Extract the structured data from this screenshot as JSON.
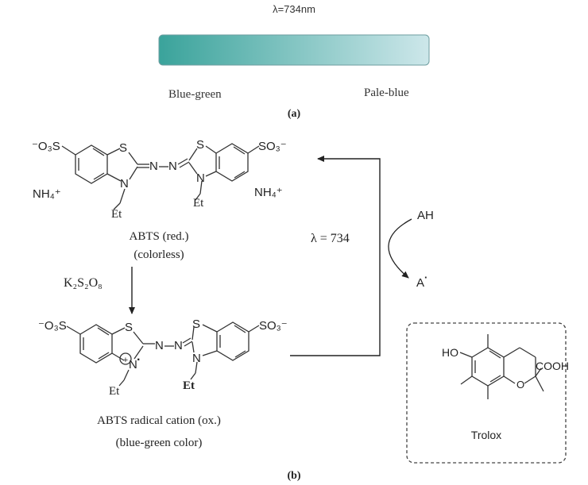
{
  "panel_a": {
    "wavelength_label": "λ=734nm",
    "gradient_start": "#3aa39b",
    "gradient_end": "#cde7ea",
    "left_label": "Blue-green",
    "right_label": "Pale-blue",
    "caption": "(a)"
  },
  "panel_b": {
    "abts_reduced": {
      "left_group": "⁻O₃S",
      "right_group": "SO₃⁻",
      "sulfur_left": "S",
      "sulfur_right": "S",
      "nitrogen_left": "N",
      "nitrogen_right": "N",
      "azo_left": "N",
      "azo_right": "N",
      "ethyl_left": "Et",
      "ethyl_right": "Et",
      "counterion_left": "NH₄⁺",
      "counterion_right": "NH₄⁺",
      "name": "ABTS (red.)",
      "color_note": "(colorless)"
    },
    "oxidant": "K₂S₂O₈",
    "abts_radical": {
      "left_group": "⁻O₃S",
      "right_group": "SO₃⁻",
      "sulfur_left": "S",
      "sulfur_right": "S",
      "nitrogen_left": "N",
      "nitrogen_right": "N",
      "azo_left": "N",
      "azo_right": "N",
      "radical_dot": "·",
      "plus_sign": "+",
      "ethyl_left": "Et",
      "ethyl_right": "Et",
      "name": "ABTS radical cation (ox.)",
      "color_note": "(blue-green color)"
    },
    "cycle": {
      "wavelength": "λ = 734",
      "antioxidant": "AH",
      "product": "A",
      "product_dot": "·"
    },
    "trolox": {
      "hydroxyl": "HO",
      "acid": "COOH",
      "ring_oxygen": "O",
      "name": "Trolox"
    },
    "caption": "(b)"
  },
  "colors": {
    "ink": "#222222",
    "line": "#333333"
  }
}
